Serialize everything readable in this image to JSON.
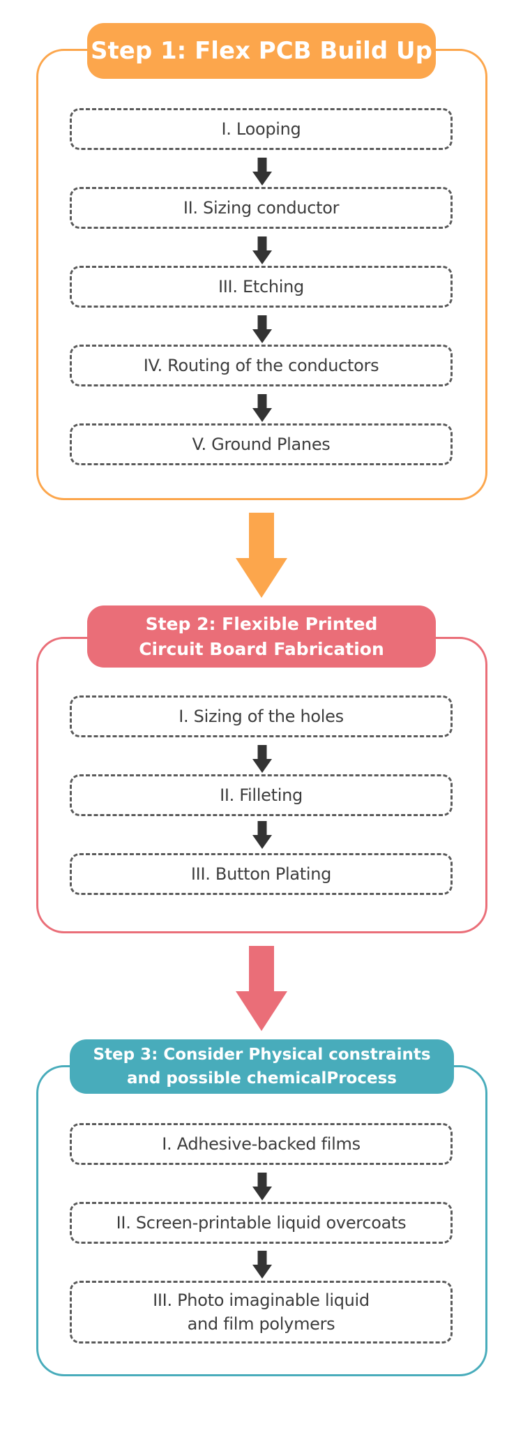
{
  "colors": {
    "step1": "#fca64c",
    "step2": "#ea6e78",
    "step3": "#48acbb",
    "dash": "#5a5a5a",
    "arrow_small": "#333333",
    "item_text": "#3c3c3c"
  },
  "steps": [
    {
      "title_lines": [
        "Step 1: Flex PCB Build Up"
      ],
      "items": [
        {
          "lines": [
            "I. Looping"
          ]
        },
        {
          "lines": [
            "II. Sizing conductor"
          ]
        },
        {
          "lines": [
            "III. Etching"
          ]
        },
        {
          "lines": [
            "IV. Routing of the conductors"
          ]
        },
        {
          "lines": [
            "V. Ground Planes"
          ]
        }
      ]
    },
    {
      "title_lines": [
        "Step 2: Flexible Printed",
        "Circuit Board Fabrication"
      ],
      "items": [
        {
          "lines": [
            "I. Sizing of the holes"
          ]
        },
        {
          "lines": [
            "II. Filleting"
          ]
        },
        {
          "lines": [
            "III. Button Plating"
          ]
        }
      ]
    },
    {
      "title_lines": [
        "Step 3: Consider Physical constraints",
        "and possible chemicalProcess"
      ],
      "items": [
        {
          "lines": [
            "I. Adhesive-backed films"
          ]
        },
        {
          "lines": [
            "II. Screen-printable liquid overcoats"
          ]
        },
        {
          "lines": [
            "III. Photo imaginable liquid",
            "and film polymers"
          ]
        }
      ]
    }
  ]
}
